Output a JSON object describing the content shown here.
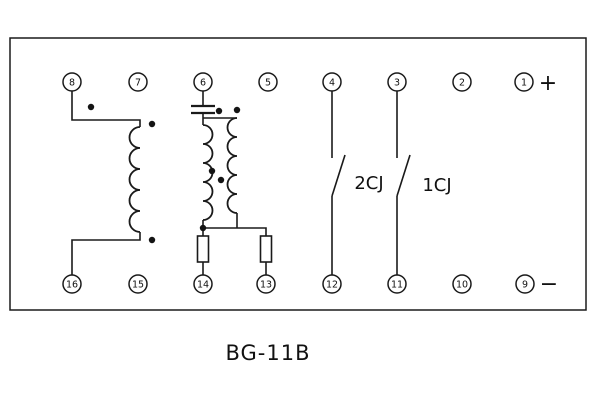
{
  "diagram": {
    "title": "BG-11B",
    "terminals": {
      "top": [
        "8",
        "7",
        "6",
        "5",
        "4",
        "3",
        "2",
        "1"
      ],
      "bottom": [
        "16",
        "15",
        "14",
        "13",
        "12",
        "11",
        "10",
        "9"
      ]
    },
    "contacts": {
      "left_label": "2CJ",
      "right_label": "1CJ"
    },
    "polarity": {
      "plus": "+",
      "minus": "−"
    },
    "colors": {
      "line": "#1a1a1a",
      "background": "#ffffff"
    }
  }
}
